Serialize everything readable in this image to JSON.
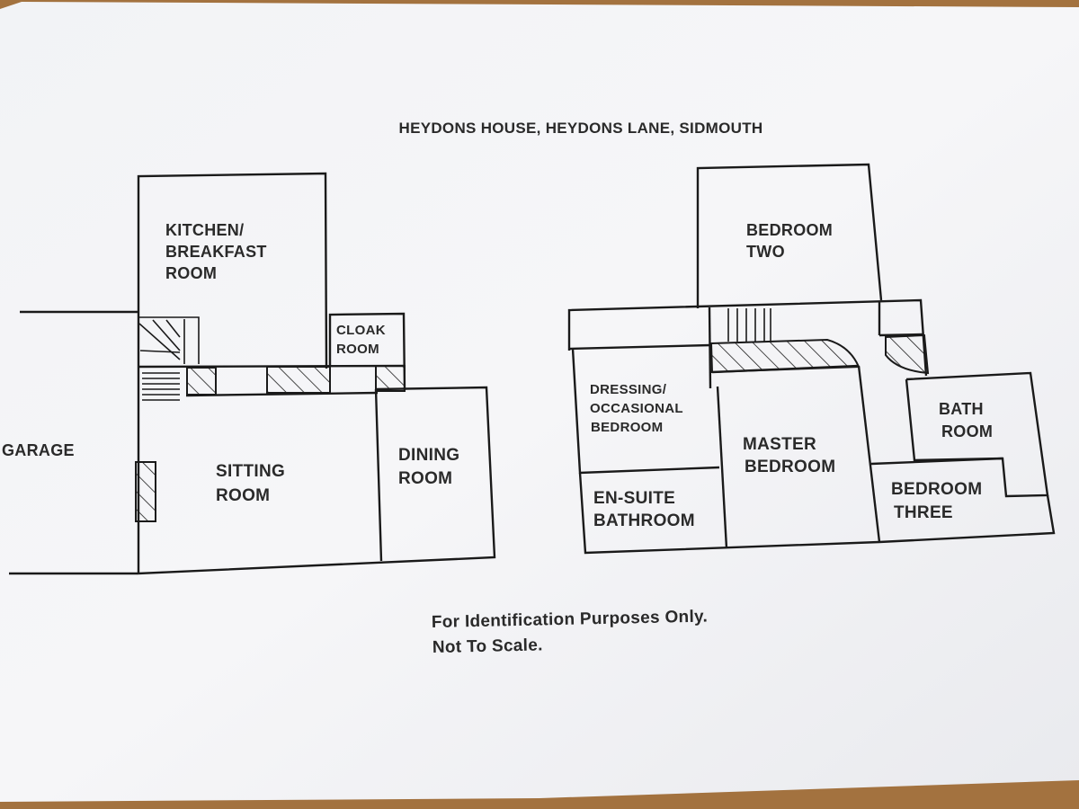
{
  "title": "HEYDONS HOUSE, HEYDONS LANE, SIDMOUTH",
  "ground_floor": {
    "kitchen": [
      "KITCHEN/",
      "BREAKFAST",
      "ROOM"
    ],
    "cloak": [
      "CLOAK",
      "ROOM"
    ],
    "garage": "GARAGE",
    "sitting": [
      "SITTING",
      "ROOM"
    ],
    "dining": [
      "DINING",
      "ROOM"
    ]
  },
  "first_floor": {
    "bedroom_two": [
      "BEDROOM",
      "TWO"
    ],
    "dressing": [
      "DRESSING/",
      "OCCASIONAL",
      "BEDROOM"
    ],
    "bath": [
      "BATH",
      "ROOM"
    ],
    "master": [
      "MASTER",
      "BEDROOM"
    ],
    "ensuite": [
      "EN-SUITE",
      "BATHROOM"
    ],
    "bedroom_three": [
      "BEDROOM",
      "THREE"
    ]
  },
  "disclaimer": [
    "For Identification Purposes Only.",
    "Not To Scale."
  ]
}
